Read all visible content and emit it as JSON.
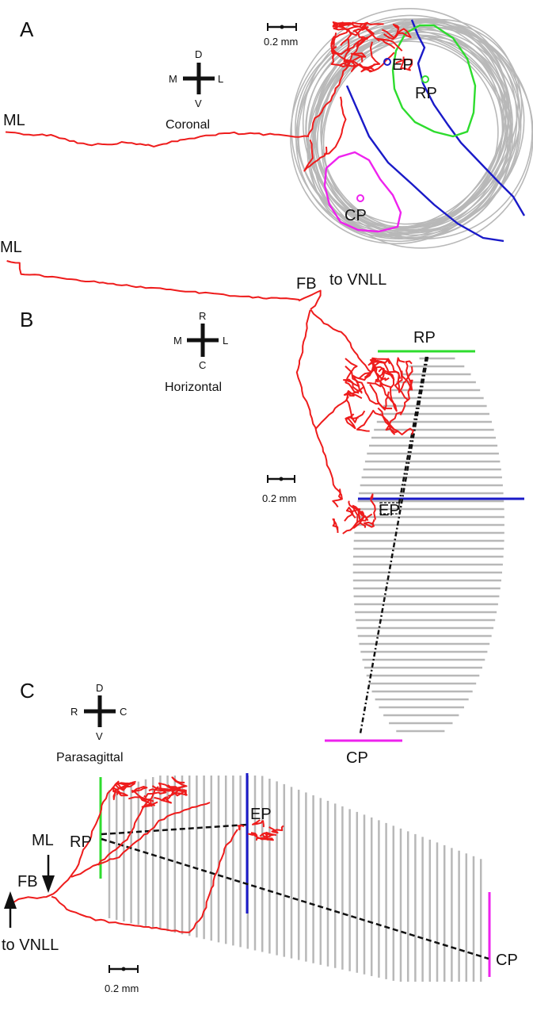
{
  "colors": {
    "axon": "#ee1c1c",
    "outline": "#b8b8b8",
    "rostral_pole": "#2edc2e",
    "equator": "#1a1ac8",
    "caudal_pole": "#ee22ee",
    "ink": "#111111"
  },
  "panels": {
    "a": {
      "letter": "A",
      "view": "Coronal",
      "axis_labels": {
        "top": "D",
        "bottom": "V",
        "left": "M",
        "right": "L"
      },
      "scale": "0.2 mm",
      "labels": {
        "ml": "ML",
        "ep": "EP",
        "rp": "RP",
        "cp": "CP"
      }
    },
    "b": {
      "letter": "B",
      "view": "Horizontal",
      "axis_labels": {
        "top": "R",
        "bottom": "C",
        "left": "M",
        "right": "L"
      },
      "scale": "0.2 mm",
      "labels": {
        "ml": "ML",
        "fb": "FB",
        "vnll": "to VNLL",
        "rp": "RP",
        "ep": "EP",
        "cp": "CP"
      }
    },
    "c": {
      "letter": "C",
      "view": "Parasagittal",
      "axis_labels": {
        "top": "D",
        "bottom": "V",
        "left": "R",
        "right": "C"
      },
      "scale": "0.2 mm",
      "labels": {
        "ml": "ML",
        "fb": "FB",
        "vnll": "to VNLL",
        "rp": "RP",
        "ep": "EP",
        "cp": "CP"
      }
    }
  }
}
